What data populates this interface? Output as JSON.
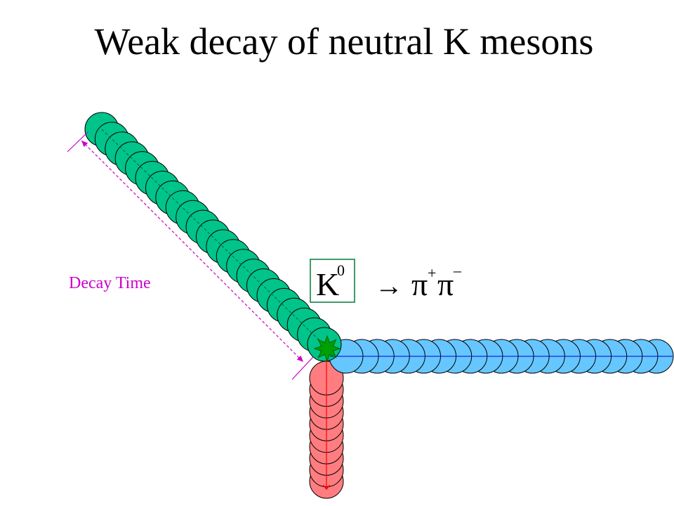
{
  "title": "Weak decay of neutral K mesons",
  "decay_time_label": "Decay Time",
  "reaction": {
    "parent": "K",
    "parent_sup": "0",
    "arrow": "→",
    "product1": "π",
    "product1_sup": "+",
    "product2": "π",
    "product2_sup": "–"
  },
  "colors": {
    "kaon": "#00c48a",
    "pi_plus": "#66c6ff",
    "pi_minus": "#ff7d80",
    "annotation": "#cc00cc",
    "vertex": "#00a000",
    "box_border": "#007a3d",
    "outline": "#000000",
    "track": "#ff0000"
  },
  "particles": {
    "kaon_count": 23,
    "pi_plus_count": 21,
    "pi_minus_count": 10
  }
}
